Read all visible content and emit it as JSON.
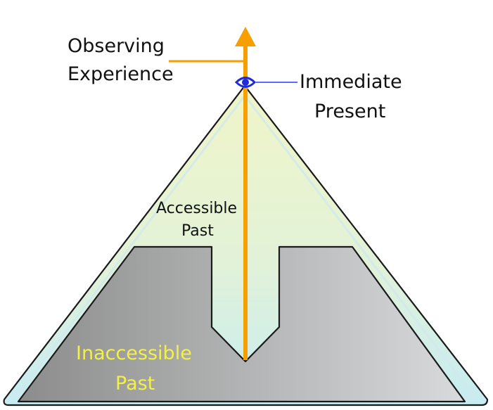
{
  "labels": {
    "observing_line1": "Observing",
    "observing_line2": "Experience",
    "immediate_line1": "Immediate",
    "immediate_line2": "Present",
    "accessible_line1": "Accessible",
    "accessible_line2": "Past",
    "inaccessible_line1": "Inaccessible",
    "inaccessible_line2": "Past"
  },
  "colors": {
    "arrow": "#f5a000",
    "eye": "#1f2bd6",
    "pointer_line": "#5a6cff",
    "outline": "#1a1a1a",
    "inaccessible_text": "#f4f04a",
    "accessible_gradient_top": "#f0f5c8",
    "accessible_gradient_bottom": "#c6ecf2",
    "inaccessible_gradient_left": "#8c8c8c",
    "inaccessible_gradient_right": "#d6d8d9"
  },
  "icons": {
    "eye": "eye-icon",
    "arrow_head": "arrow-up-icon"
  }
}
